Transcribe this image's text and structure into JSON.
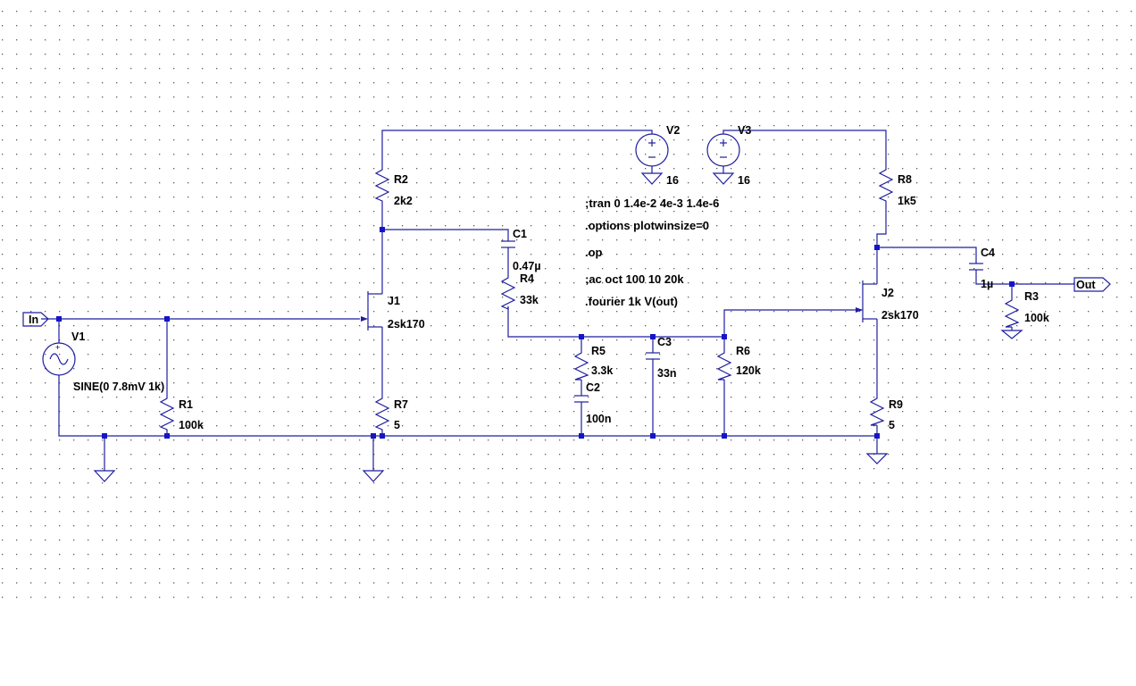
{
  "schematic": {
    "components": {
      "V1": {
        "name": "V1",
        "value": "SINE(0 7.8mV 1k)"
      },
      "V2": {
        "name": "V2",
        "value": "16"
      },
      "V3": {
        "name": "V3",
        "value": "16"
      },
      "R1": {
        "name": "R1",
        "value": "100k"
      },
      "R2": {
        "name": "R2",
        "value": "2k2"
      },
      "R3": {
        "name": "R3",
        "value": "100k"
      },
      "R4": {
        "name": "R4",
        "value": "33k"
      },
      "R5": {
        "name": "R5",
        "value": "3.3k"
      },
      "R6": {
        "name": "R6",
        "value": "120k"
      },
      "R7": {
        "name": "R7",
        "value": "5"
      },
      "R8": {
        "name": "R8",
        "value": "1k5"
      },
      "R9": {
        "name": "R9",
        "value": "5"
      },
      "C1": {
        "name": "C1",
        "value": "0.47µ"
      },
      "C2": {
        "name": "C2",
        "value": "100n"
      },
      "C3": {
        "name": "C3",
        "value": "33n"
      },
      "C4": {
        "name": "C4",
        "value": "1µ"
      },
      "J1": {
        "name": "J1",
        "value": "2sk170"
      },
      "J2": {
        "name": "J2",
        "value": "2sk170"
      }
    },
    "ports": {
      "in": "In",
      "out": "Out"
    },
    "directives": [
      ";tran 0 1.4e-2 4e-3 1.4e-6",
      ".options plotwinsize=0",
      ".op",
      ";ac oct 100 10 20k",
      ".fourier 1k V(out)"
    ],
    "colors": {
      "wire": "#1e1ea0",
      "node": "#1414c8",
      "grid_dot": "#5a5a5a",
      "text": "#000000",
      "background": "#ffffff"
    }
  }
}
